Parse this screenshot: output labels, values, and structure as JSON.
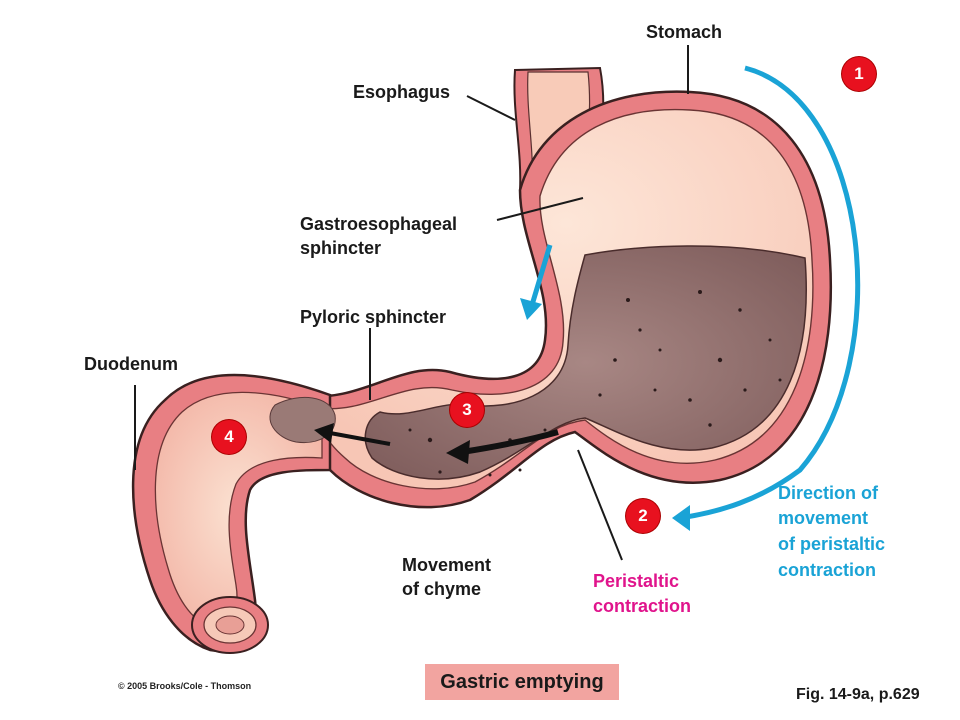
{
  "labels": {
    "stomach": "Stomach",
    "esophagus": "Esophagus",
    "gastroesophageal_line1": "Gastroesophageal",
    "gastroesophageal_line2": "sphincter",
    "pyloric": "Pyloric sphincter",
    "duodenum": "Duodenum",
    "movement_line1": "Movement",
    "movement_line2": "of chyme",
    "peristaltic_line1": "Peristaltic",
    "peristaltic_line2": "contraction",
    "direction_line1": "Direction of",
    "direction_line2": "movement",
    "direction_line3": "of peristaltic",
    "direction_line4": "contraction"
  },
  "badges": {
    "one": "1",
    "two": "2",
    "three": "3",
    "four": "4"
  },
  "caption": "Gastric emptying",
  "copyright": "© 2005 Brooks/Cole - Thomson",
  "figure_ref": "Fig. 14-9a, p.629",
  "colors": {
    "tissue_outer": "#e87f83",
    "tissue_inner": "#f6c9b8",
    "lining": "#f9d6c6",
    "chyme": "#8c6a68",
    "arrow_blue": "#1aa3d6",
    "badge_red": "#e8111f",
    "peristaltic_pink": "#e0148c",
    "caption_bg": "#f2a4a0"
  }
}
